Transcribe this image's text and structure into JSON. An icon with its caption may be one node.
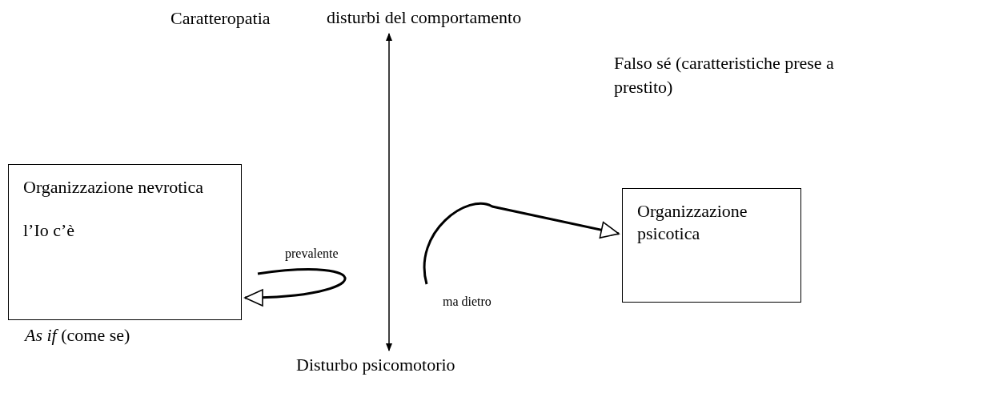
{
  "diagram": {
    "nodes": [
      {
        "text": [
          "disturbi del comportamento"
        ]
      },
      {
        "text": [
          "Organizzazione nevrotica",
          "l’Io c’è"
        ]
      },
      {
        "text": [
          "Organizzazione psicotica"
        ]
      },
      {
        "text": [
          "Disturbo psicomotorio"
        ]
      }
    ],
    "edges": [
      {
        "from": 0,
        "to": 3,
        "arrow": "both"
      },
      {
        "from": null,
        "to": 1,
        "arrow": "to",
        "label": "prevalente"
      },
      {
        "from": null,
        "to": 2,
        "arrow": "to",
        "label": "ma dietro"
      }
    ],
    "labels": [
      "Caratteropatia",
      "Falso sé (caratteristiche prese a prestito)",
      "*As if* (come se)"
    ]
  }
}
